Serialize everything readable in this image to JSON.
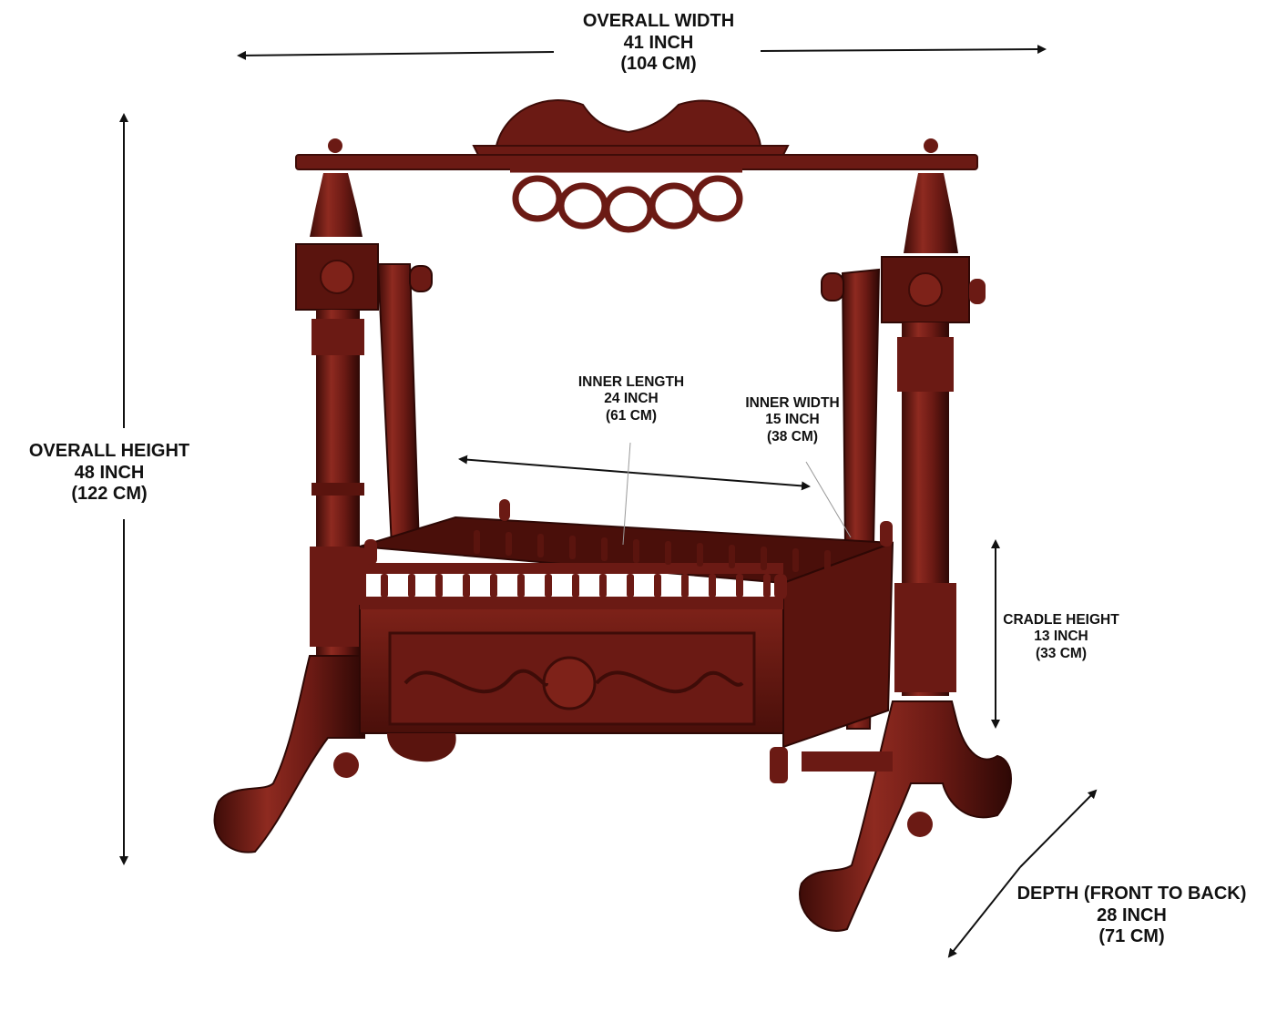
{
  "dimensions": {
    "overall_width": {
      "title": "OVERALL WIDTH",
      "inch": "41 INCH",
      "cm": "(104 CM)"
    },
    "overall_height": {
      "title": "OVERALL HEIGHT",
      "inch": "48 INCH",
      "cm": "(122 CM)"
    },
    "inner_length": {
      "title": "INNER LENGTH",
      "inch": "24 INCH",
      "cm": "(61 CM)"
    },
    "inner_width": {
      "title": "INNER WIDTH",
      "inch": "15 INCH",
      "cm": "(38 CM)"
    },
    "cradle_height": {
      "title": "CRADLE HEIGHT",
      "inch": "13 INCH",
      "cm": "(33 CM)"
    },
    "depth": {
      "title": "DEPTH (FRONT TO BACK)",
      "inch": "28 INCH",
      "cm": "(71 CM)"
    }
  },
  "colors": {
    "wood": "#6b1a14",
    "wood_dark": "#3e0c08",
    "wood_light": "#8e2a20",
    "arrow": "#111111"
  }
}
